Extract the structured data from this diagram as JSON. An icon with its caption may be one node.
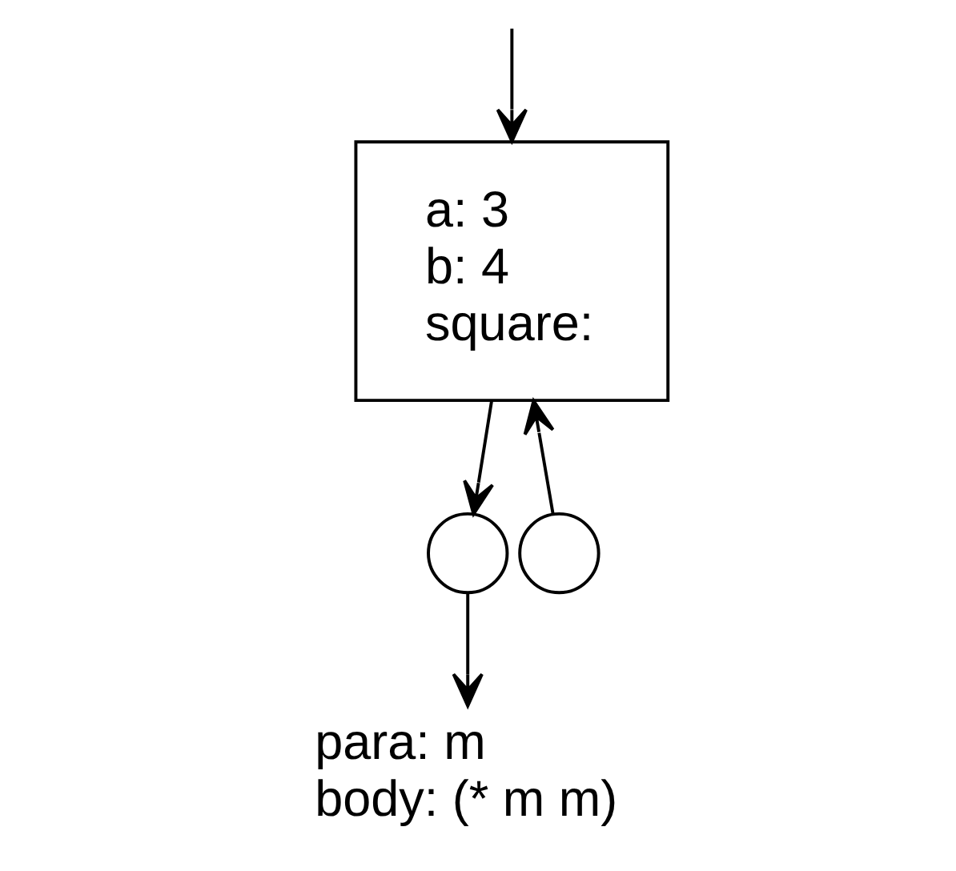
{
  "diagram": {
    "nodes": [
      {
        "text": [
          "a: 3",
          "b: 4",
          "square:"
        ]
      },
      {
        "text": [],
        "shape": "circle"
      },
      {
        "text": [],
        "shape": "circle"
      },
      {
        "text": [
          "para: m",
          "body: (* m m)"
        ]
      }
    ],
    "edges": [
      {
        "from": null,
        "to": 0,
        "arrow": "to"
      },
      {
        "from": 0,
        "to": 1,
        "arrow": "to"
      },
      {
        "from": 1,
        "to": 3,
        "arrow": "to"
      },
      {
        "from": 2,
        "to": 0,
        "arrow": "to"
      }
    ]
  }
}
